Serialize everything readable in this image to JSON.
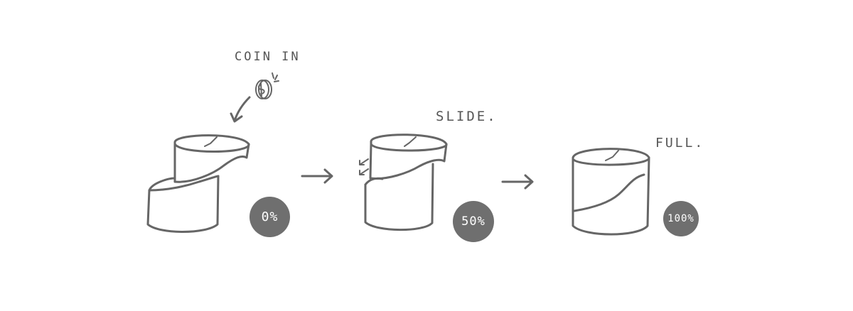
{
  "labels": {
    "coin_in": "COIN IN",
    "slide": "SLIDE.",
    "full": "FULL."
  },
  "badges": {
    "empty": "0%",
    "half": "50%",
    "full": "100%"
  },
  "coin_symbol": "$",
  "colors": {
    "ink": "#666666",
    "badge": "#6f6f6f",
    "background": "#ffffff"
  }
}
